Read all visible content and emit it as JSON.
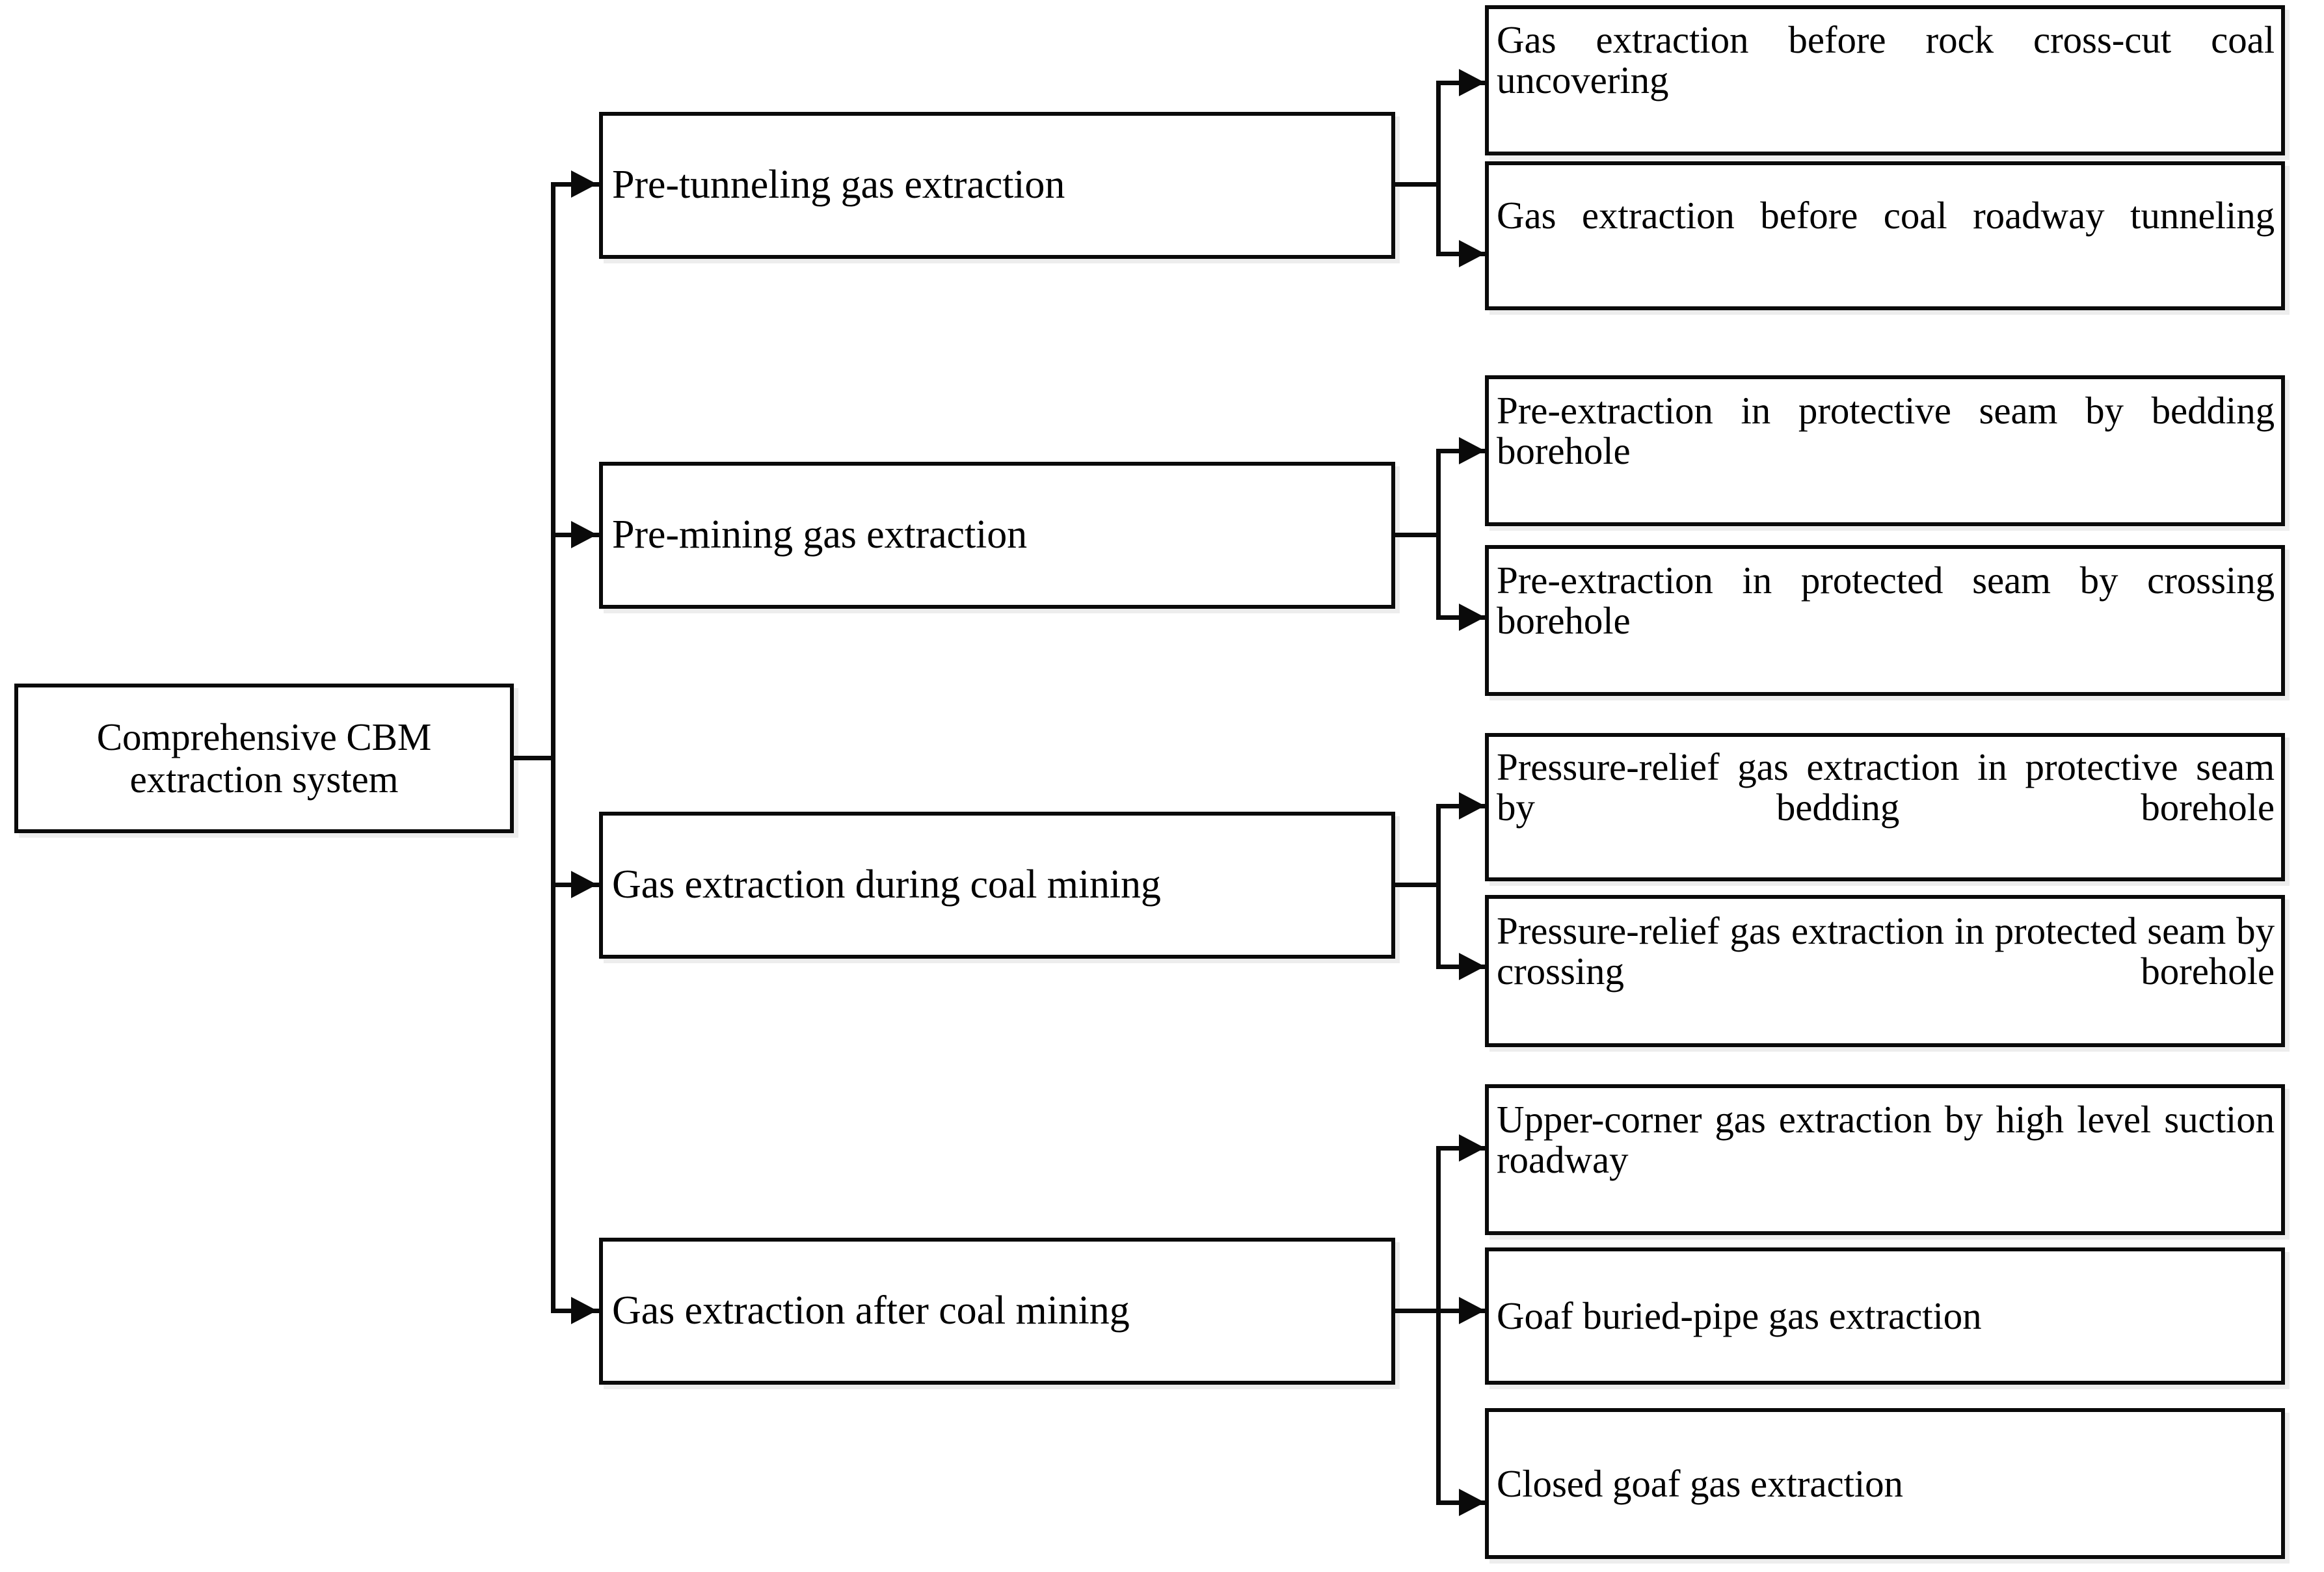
{
  "diagram": {
    "root": {
      "label": "Comprehensive CBM extraction system"
    },
    "branches": [
      {
        "label": "Pre-tunneling gas extraction",
        "children": [
          "Gas extraction  before rock cross-cut coal uncovering",
          "Gas extraction before coal roadway tunneling"
        ]
      },
      {
        "label": "Pre-mining gas extraction",
        "children": [
          "Pre-extraction in protective seam by bedding borehole",
          "Pre-extraction in protected seam by crossing borehole"
        ]
      },
      {
        "label": "Gas extraction during coal mining",
        "children": [
          "Pressure-relief gas extraction in protective seam by bedding borehole",
          "Pressure-relief gas extraction in protected seam by crossing borehole"
        ]
      },
      {
        "label": "Gas extraction after coal mining",
        "children": [
          "Upper-corner gas extraction by high level suction roadway",
          "Goaf buried-pipe gas extraction",
          "Closed goaf gas extraction"
        ]
      }
    ],
    "colors": {
      "line": "#0a0a0a",
      "box_fill": "#ffffff",
      "text": "#000000",
      "background": "#ffffff"
    }
  }
}
